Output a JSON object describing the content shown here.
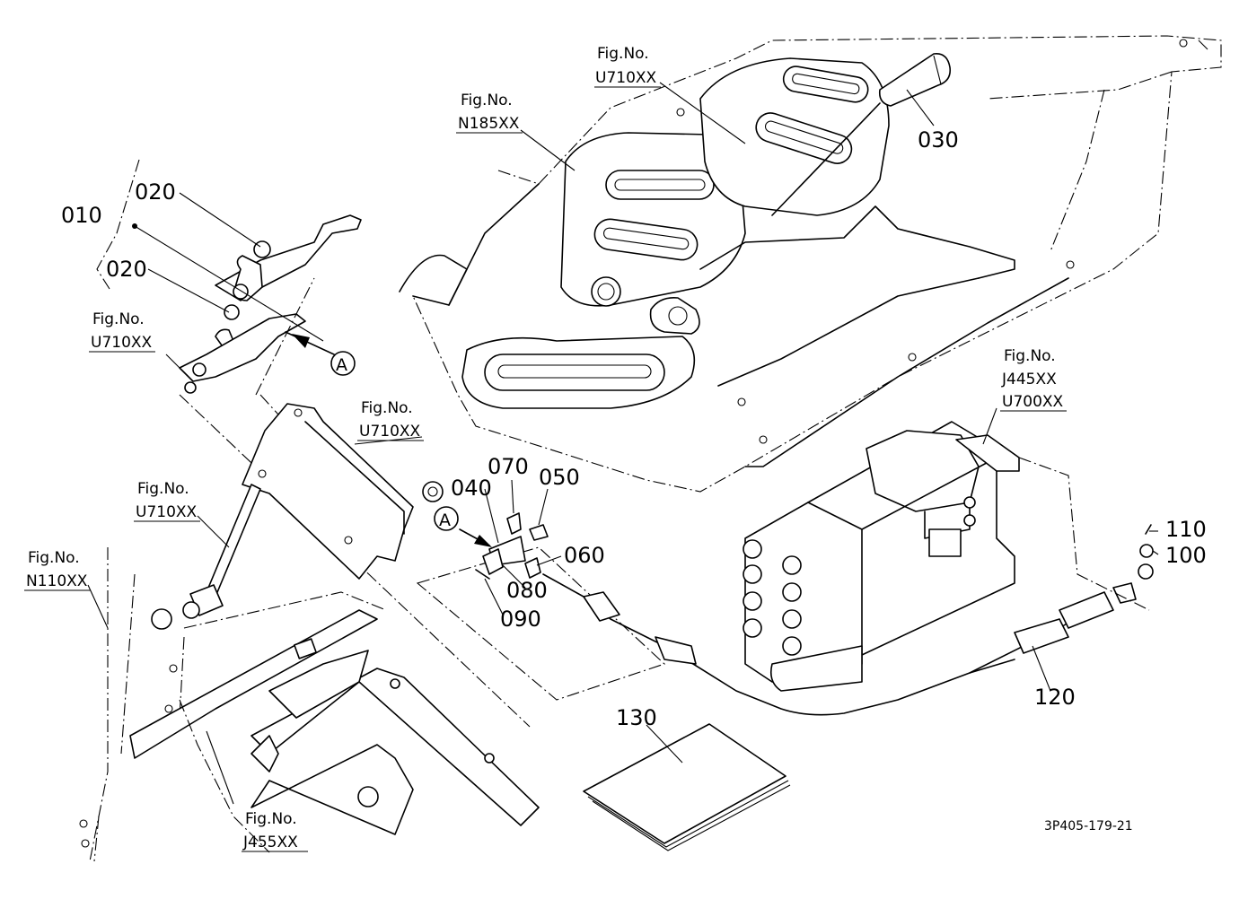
{
  "part_labels": {
    "p010": "010",
    "p020a": "020",
    "p020b": "020",
    "p030": "030",
    "p040": "040",
    "p050": "050",
    "p060": "060",
    "p070": "070",
    "p080": "080",
    "p090": "090",
    "p100": "100",
    "p110": "110",
    "p120": "120",
    "p130": "130"
  },
  "view_marker": "A",
  "fig_refs": {
    "fig_word": "Fig.No.",
    "u710_top": "U710XX",
    "n185": "N185XX",
    "u710_left": "U710XX",
    "u710_mid": "U710XX",
    "u710_low": "U710XX",
    "n110": "N110XX",
    "j455": "J455XX",
    "j445": "J445XX",
    "u700": "U700XX"
  },
  "drawing_code": "3P405-179-21"
}
